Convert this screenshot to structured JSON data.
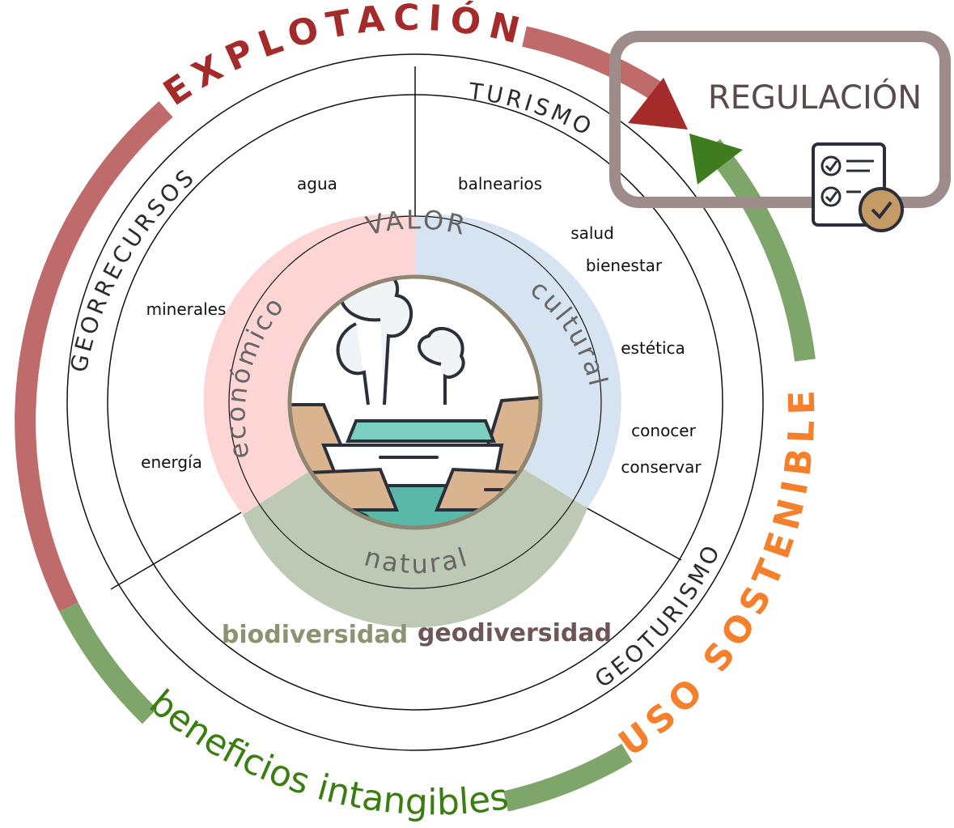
{
  "outer_labels": {
    "explotacion": "EXPLOTACIÓN",
    "uso_sostenible": "USO SOSTENIBLE",
    "beneficios": "beneficios intangibles"
  },
  "regulation": {
    "title": "REGULACIÓN",
    "icon": "checklist-document-icon"
  },
  "sectors": {
    "georecursos": {
      "title": "GEORRECURSOS",
      "items": [
        "agua",
        "minerales",
        "energía"
      ]
    },
    "turismo": {
      "title": "TURISMO",
      "items": [
        "balnearios",
        "salud",
        "bienestar",
        "estética",
        "conocer",
        "conservar"
      ]
    },
    "geoturismo": {
      "title": "GEOTURISMO"
    }
  },
  "value_ring": {
    "title": "VALOR",
    "economico": "económico",
    "cultural": "cultural",
    "natural": "natural"
  },
  "diversity": {
    "bio": "biodiversidad",
    "geo": "geodiversidad"
  },
  "center": {
    "icon": "hot-spring-geyser-icon"
  },
  "colors": {
    "explotacion": "#a52a2a",
    "explotacion_arc": "#c06b6b",
    "sostenible": "#f57f2a",
    "beneficios": "#3a7d10",
    "beneficios_arc": "#7fa66a",
    "regulation_box": "#9e8c8a",
    "economico_fill": "#fdd5d5",
    "cultural_fill": "#d6e4f2",
    "natural_fill": "#bdc9b4",
    "biodiversidad": "#8a9470",
    "geodiversidad": "#6e5656"
  }
}
